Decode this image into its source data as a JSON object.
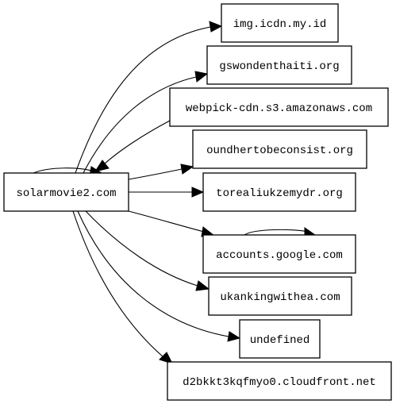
{
  "diagram": {
    "nodes": [
      {
        "id": "src",
        "label": "solarmovie2.com"
      },
      {
        "id": "n1",
        "label": "img.icdn.my.id"
      },
      {
        "id": "n2",
        "label": "gswondenthaiti.org"
      },
      {
        "id": "n3",
        "label": "webpick-cdn.s3.amazonaws.com"
      },
      {
        "id": "n4",
        "label": "oundhertobeconsist.org"
      },
      {
        "id": "n5",
        "label": "torealiukzemydr.org"
      },
      {
        "id": "n6",
        "label": "accounts.google.com"
      },
      {
        "id": "n7",
        "label": "ukankingwithea.com"
      },
      {
        "id": "n8",
        "label": "undefined"
      },
      {
        "id": "n9",
        "label": "d2bkkt3kqfmyo0.cloudfront.net"
      }
    ],
    "edges": [
      {
        "from": "src",
        "to": "src"
      },
      {
        "from": "src",
        "to": "n1"
      },
      {
        "from": "src",
        "to": "n2"
      },
      {
        "from": "n3",
        "to": "src"
      },
      {
        "from": "src",
        "to": "n4"
      },
      {
        "from": "src",
        "to": "n5"
      },
      {
        "from": "src",
        "to": "n6"
      },
      {
        "from": "n6",
        "to": "n6"
      },
      {
        "from": "src",
        "to": "n7"
      },
      {
        "from": "src",
        "to": "n8"
      },
      {
        "from": "src",
        "to": "n9"
      }
    ]
  }
}
